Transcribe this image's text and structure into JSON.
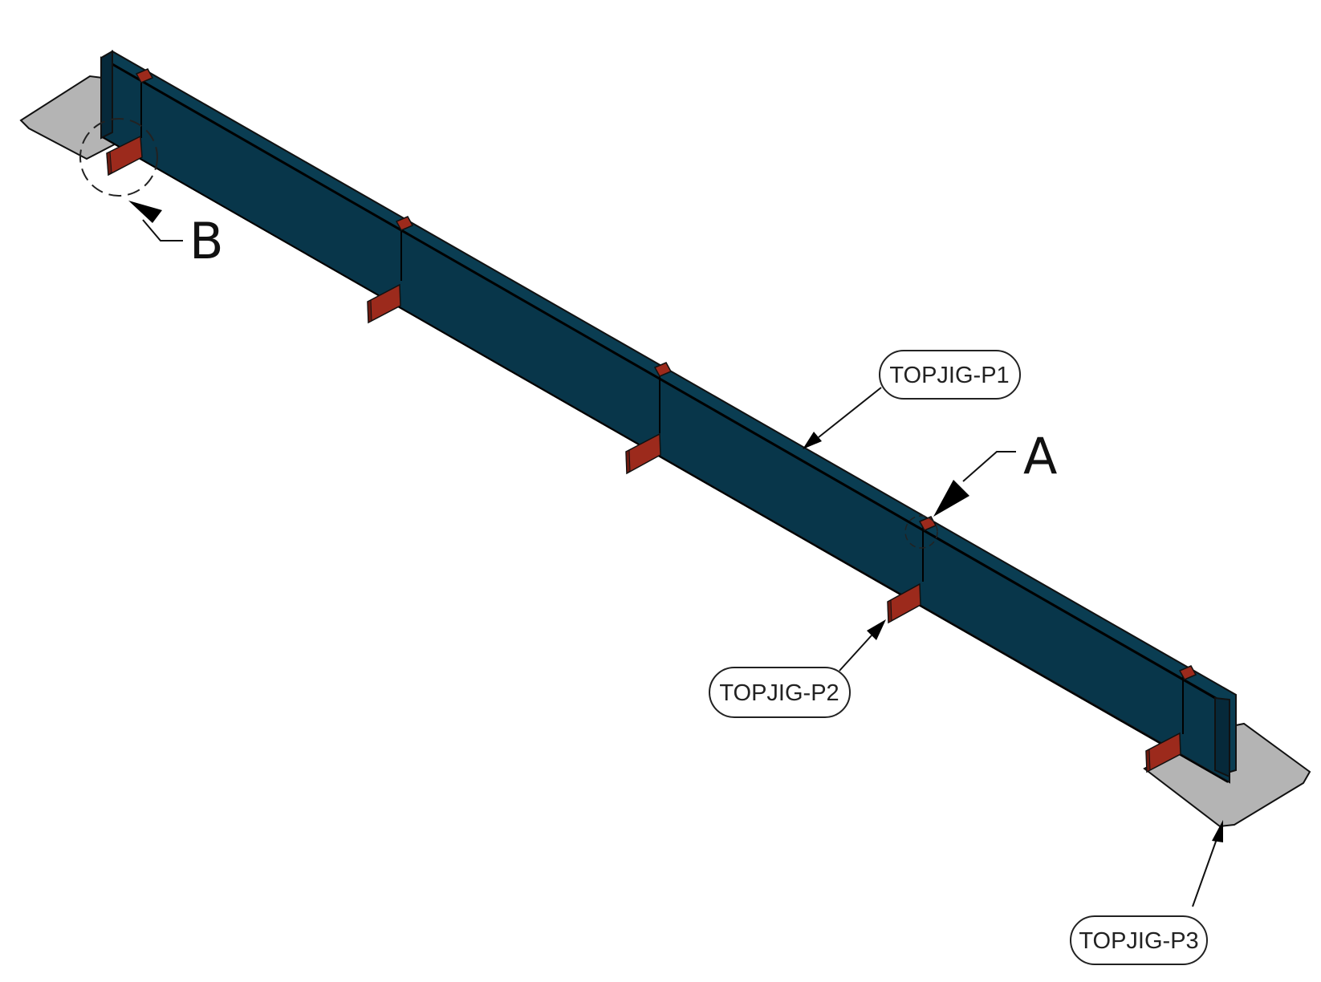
{
  "colors": {
    "beam": "#08364a",
    "beam_dark": "#062a3a",
    "clip": "#9c2a1c",
    "clip_dark": "#6e1a10",
    "base_plate": "#b4b4b4",
    "outline": "#111111"
  },
  "labels": {
    "part_1": "TOPJIG-P1",
    "part_2": "TOPJIG-P2",
    "part_3": "TOPJIG-P3",
    "detail_a": "A",
    "detail_b": "B"
  }
}
